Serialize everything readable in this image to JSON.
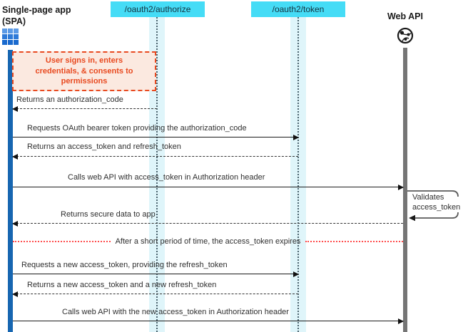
{
  "actors": {
    "spa": {
      "line1": "Single-page app",
      "line2": "(SPA)"
    },
    "authorize_endpoint": {
      "label": "/oauth2/authorize"
    },
    "token_endpoint": {
      "label": "/oauth2/token"
    },
    "web_api": {
      "label": "Web API"
    }
  },
  "note": {
    "text": "User signs in, enters credentials, & consents to permissions"
  },
  "messages": {
    "return_auth_code": "Returns an authorization_code",
    "request_bearer_token": "Requests OAuth bearer token providing the authorization_code",
    "return_tokens": "Returns an access_token and refresh_token",
    "call_api": "Calls web API with access_token in Authorization header",
    "return_secure_data": "Returns secure data to app",
    "request_refresh": "Requests a new access_token, providing the refresh_token",
    "return_new_tokens": "Returns a new access_token and a new refresh_token",
    "call_api_new": "Calls web API with the new access_token in Authorization header"
  },
  "self_message": {
    "text": "Validates access_token"
  },
  "separator": {
    "text": "After a short period of time, the access_token expires"
  },
  "colors": {
    "endpoint_box": "#45dcf6",
    "endpoint_text": "#14323f",
    "lifeline_band": "#dff5fa",
    "spa_activation_bar": "#1766b1",
    "web_api_lifeline": "#757575",
    "note_background": "#fbe9e0",
    "note_accent": "#e8491f",
    "separator_red": "#ff4d4d",
    "app_icon_blue": "#2e7ad8"
  }
}
